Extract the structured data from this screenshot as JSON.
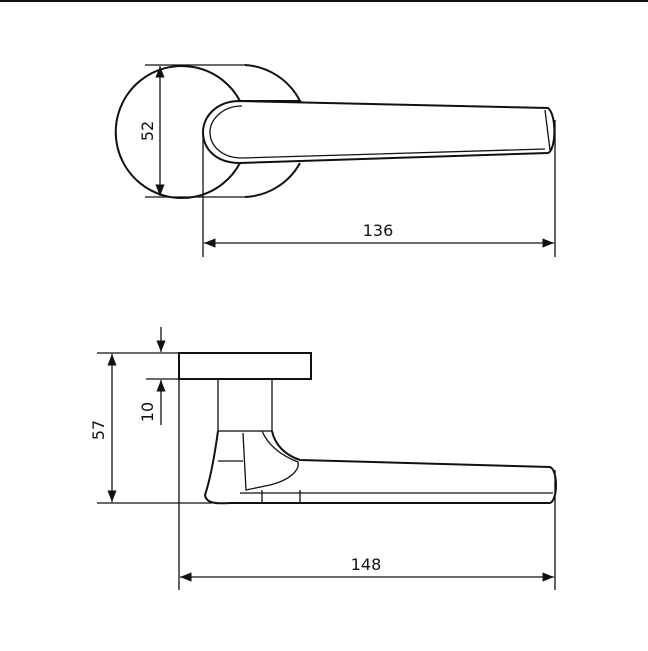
{
  "top_view": {
    "height_dim": "52",
    "length_dim": "136"
  },
  "side_view": {
    "height_dim": "57",
    "rose_thickness_dim": "10",
    "length_dim": "148"
  },
  "colors": {
    "line": "#111111",
    "background": "#ffffff"
  }
}
